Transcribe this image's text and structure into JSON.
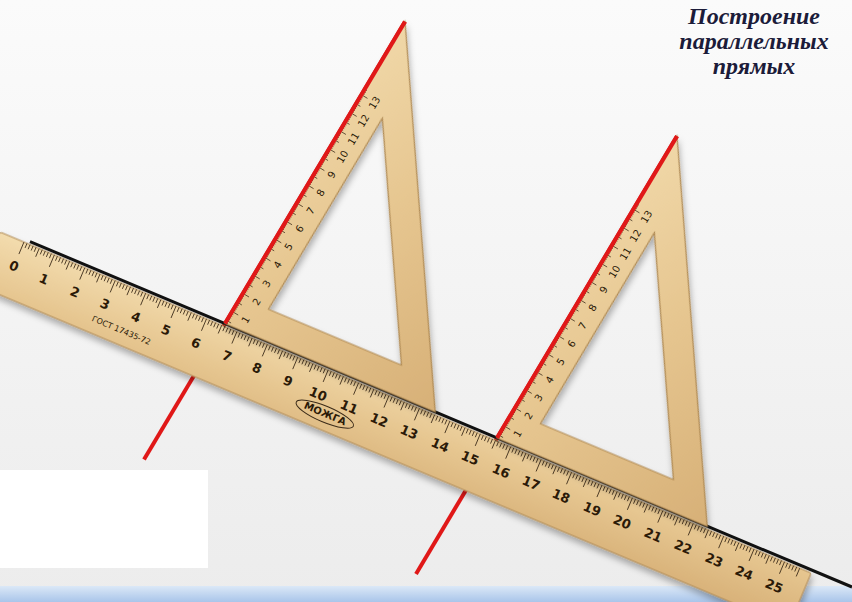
{
  "diagram": {
    "title": "Построение параллельных прямых",
    "labels": [
      "0",
      "1",
      "2",
      "3",
      "4",
      "5",
      "6",
      "7",
      "8",
      "9",
      "10",
      "11",
      "12",
      "13",
      "14",
      "15",
      "16",
      "17",
      "18",
      "19",
      "20",
      "21",
      "22",
      "23",
      "24",
      "25",
      "1",
      "2",
      "3",
      "4",
      "5",
      "6",
      "7",
      "8",
      "9",
      "10",
      "11",
      "12",
      "13",
      "1",
      "2",
      "3",
      "4",
      "5",
      "6",
      "7",
      "8",
      "9",
      "10",
      "11",
      "12",
      "13",
      "ГОСТ 17435-72",
      "МОЖГА"
    ]
  }
}
